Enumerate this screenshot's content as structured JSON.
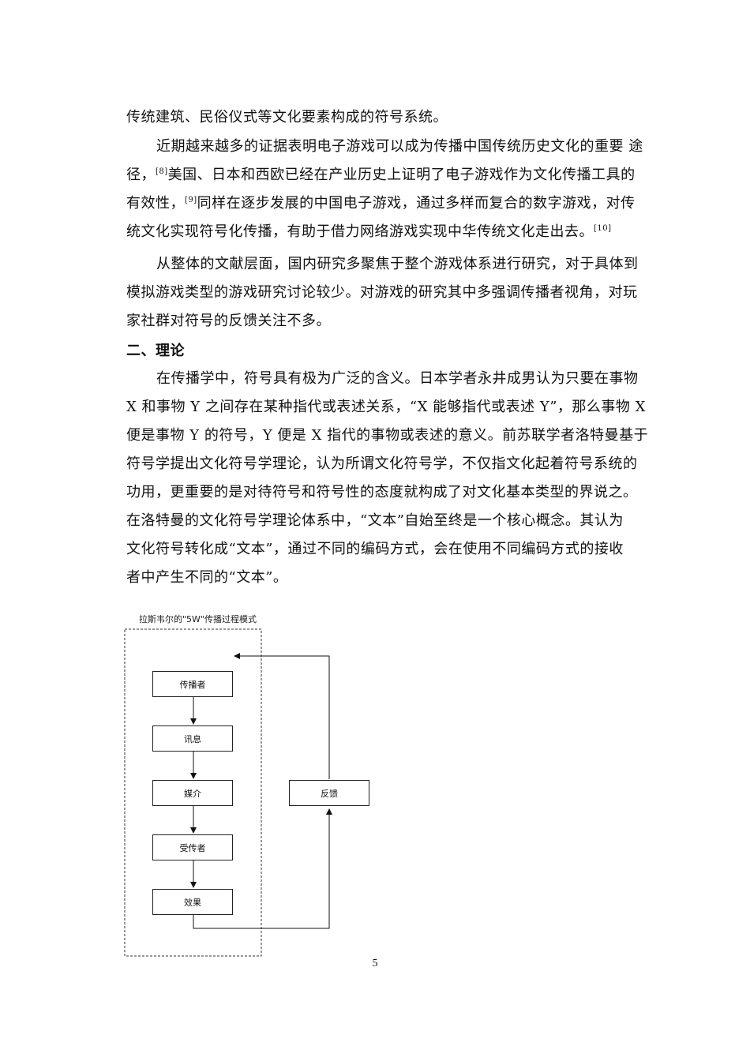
{
  "paragraphs": {
    "p0": [
      "传统建筑、民俗仪式等文化要素构成的符号系统。"
    ],
    "p1": [
      "近期越来越多的证据表明电子游戏可以成为传播中国传统历史文化的重要 途",
      "径，",
      "美国、日本和西欧已经在产业历史上证明了电子游戏作为文化传播工具的",
      "有效性，",
      "同样在逐步发展的中国电子游戏，通过多样而复合的数字游戏，对传",
      "统文化实现符号化传播，有助于借力网络游戏实现中华传统文化走出去。"
    ],
    "p1_refs": [
      "[8]",
      "[9]",
      "[10]"
    ],
    "p2": [
      "从整体的文献层面，国内研究多聚焦于整个游戏体系进行研究，对于具体到",
      "模拟游戏类型的游戏研究讨论较少。对游戏的研究其中多强调传播者视角，对玩",
      "家社群对符号的反馈关注不多。"
    ],
    "heading": "二、理论",
    "p3": [
      "在传播学中，符号具有极为广泛的含义。日本学者永井成男认为只要在事物",
      "X 和事物 Y 之间存在某种指代或表述关系，“X 能够指代或表述 Y”，那么事物 X",
      "便是事物 Y 的符号，Y 便是 X 指代的事物或表述的意义。前苏联学者洛特曼基于",
      "符号学提出文化符号学理论，认为所谓文化符号学，不仅指文化起着符号系统的",
      "功用，更重要的是对待符号和符号性的态度就构成了对文化基本类型的界说之。",
      "在洛特曼的文化符号学理论体系中，“文本”自始至终是一个核心概念。其认为",
      "文化符号转化成“文本”，通过不同的编码方式，会在使用不同编码方式的接收",
      "者中产生不同的“文本”。"
    ]
  },
  "diagram": {
    "title": "拉斯韦尔的\"5W\"传播过程模式",
    "boxes": [
      "传播者",
      "讯息",
      "媒介",
      "受传者",
      "效果"
    ],
    "feedback": "反馈"
  },
  "page_number": "5"
}
